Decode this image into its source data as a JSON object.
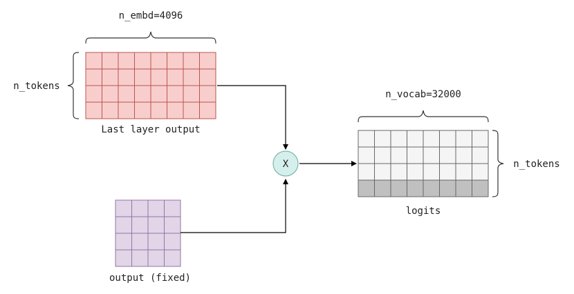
{
  "labels": {
    "embd_dim": "n_embd=4096",
    "tokens_left": "n_tokens",
    "last_layer": "Last layer output",
    "output_fixed": "output (fixed)",
    "multiply_op": "X",
    "vocab_dim": "n_vocab=32000",
    "tokens_right": "n_tokens",
    "logits": "logits"
  },
  "matrices": {
    "last_layer_output": {
      "rows": 4,
      "cols": 8,
      "fill": "#f8cecc",
      "stroke": "#b85450"
    },
    "output_fixed": {
      "rows": 4,
      "cols": 4,
      "fill": "#e1d5e7",
      "stroke": "#9673a6"
    },
    "logits": {
      "rows": 4,
      "cols": 8,
      "fill": "#f5f5f5",
      "stroke": "#666666",
      "last_row_fill": "#c0c0c0"
    }
  },
  "colors": {
    "operator_fill": "#d5f0ec",
    "operator_stroke": "#7fb3aa",
    "arrow": "#000000",
    "brace": "#333333"
  }
}
